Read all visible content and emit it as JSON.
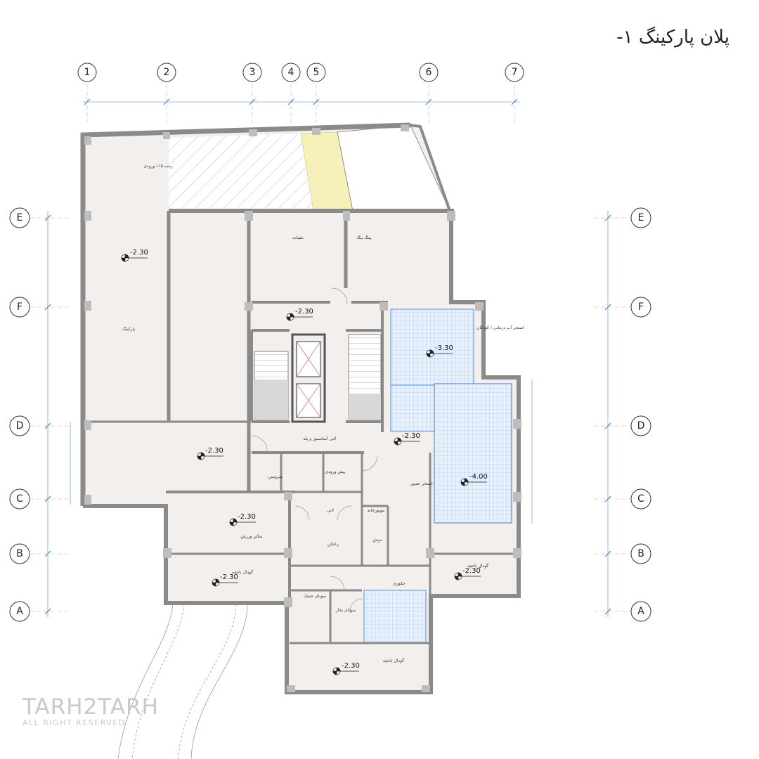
{
  "title": "پلان پارکینگ ۱-",
  "axes": {
    "columns": [
      "1",
      "2",
      "3",
      "4",
      "5",
      "6",
      "7"
    ],
    "rows": [
      "E",
      "F",
      "D",
      "C",
      "B",
      "A"
    ]
  },
  "levels": {
    "l1": "-2.30",
    "l2": "-2.30",
    "l3": "-3.30",
    "l4": "-2.30",
    "l5": "-2.30",
    "l6": "-4.00",
    "l7": "-2.30",
    "l8": "-2.30",
    "l9": "-2.30",
    "l10": "-2.30"
  },
  "rooms": {
    "parking": "پارکینگ",
    "ramp": "رمپ ۱۵٪ ورودی",
    "game": "مفیاده",
    "pingpong": "پینگ پنگ",
    "lobby": "لابی آسانسور و پله",
    "pool_kids": "استخر آب درمانی / کودکان",
    "service": "سرویس",
    "entrance": "پیش ورودی",
    "deep_pool": "استخر عمیق",
    "sports_hall": "سالن ورزش",
    "lobby2": "لابی",
    "changing": "رختکن",
    "shower": "دوش",
    "garden1": "گودال باغچه",
    "garden2": "گودال باغچه",
    "garden3": "گودال باغچه",
    "jacuzzi": "جکوزی",
    "dry_sauna": "سونای خشک",
    "steam_sauna": "سونای بخار",
    "mechanical": "موتورخانه"
  },
  "watermark": {
    "brand": "TARH2TARH",
    "rights": "ALL RIGHT RESERVED"
  }
}
